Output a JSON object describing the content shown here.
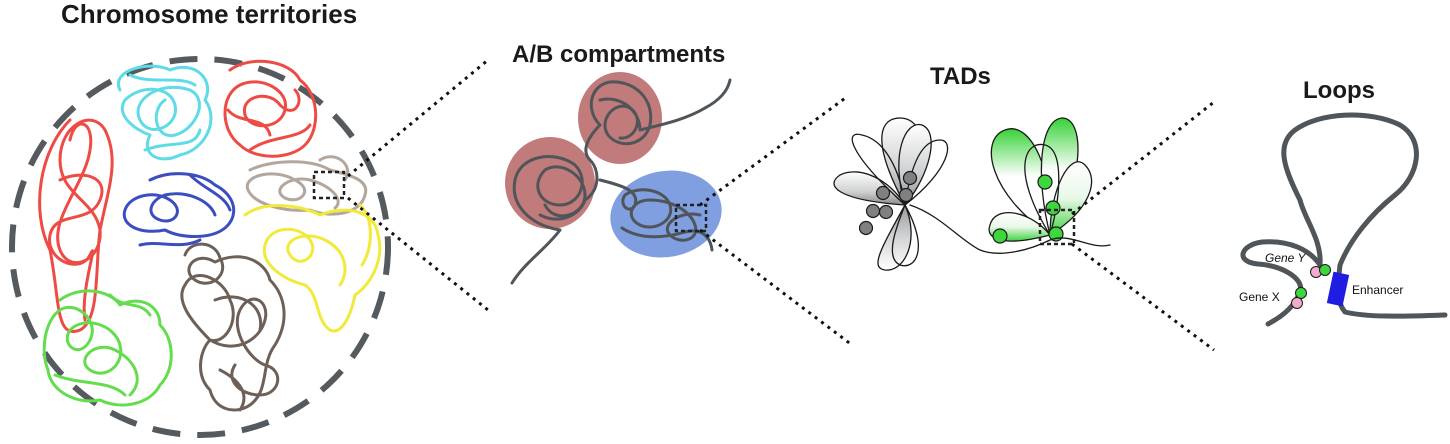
{
  "panels": {
    "chromosome_territories": {
      "title": "Chromosome territories"
    },
    "ab_compartments": {
      "title": "A/B compartments"
    },
    "tads": {
      "title": "TADs"
    },
    "loops": {
      "title": "Loops"
    }
  },
  "loop_labels": {
    "gene_y": "Gene Y",
    "gene_x": "Gene X",
    "enhancer": "Enhancer"
  },
  "colors": {
    "dashed_nucleus": "#555a5e",
    "territory_red": "#ee4b45",
    "territory_cyan": "#5fdbe8",
    "territory_blue": "#3a4ec0",
    "territory_beige": "#b3a69c",
    "territory_yellow": "#f1ea3b",
    "territory_brown": "#6d6058",
    "territory_green": "#63dc4e",
    "compartment_a": "#c27b7b",
    "compartment_b": "#7f9fe0",
    "chromatin_fiber": "#4f5559",
    "tad_grey": "#7f8082",
    "tad_green": "#3dd63d",
    "enhancer_blue": "#1f1ee0",
    "gene_pink": "#f4a9d0"
  }
}
